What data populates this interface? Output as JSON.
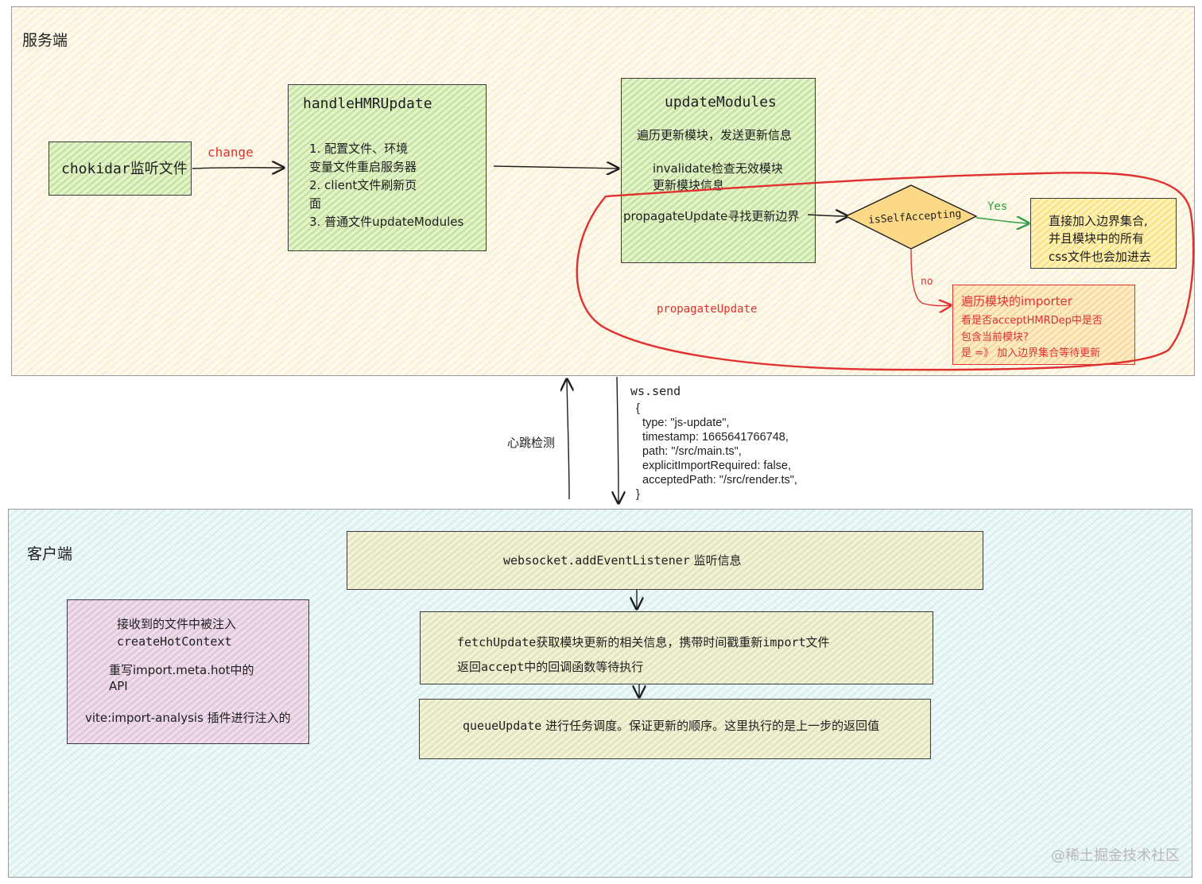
{
  "server": {
    "title": "服务端",
    "chokidar": "chokidar监听文件",
    "change_label": "change",
    "handle": {
      "title": "handleHMRUpdate",
      "lines": [
        "1. 配置文件、环境",
        "变量文件重启服务器",
        "2. client文件刷新页",
        "面",
        "3. 普通文件updateModules"
      ]
    },
    "update": {
      "title": "updateModules",
      "line1": "遍历更新模块，发送更新信息",
      "line2": "invalidate检查无效模块",
      "line3": "更新模块信息",
      "line4": "propagateUpdate寻找更新边界"
    },
    "decision": "isSelfAccepting",
    "yes_label": "Yes",
    "no_label": "no",
    "yes_box": [
      "直接加入边界集合,",
      "并且模块中的所有",
      "css文件也会加进去"
    ],
    "no_box": [
      "遍历模块的importer",
      "看是否acceptHMRDep中是否",
      "包含当前模块?",
      "是 =》 加入边界集合等待更新"
    ],
    "loop_label": "propagateUpdate"
  },
  "middle": {
    "heartbeat": "心跳检测",
    "ws_send": "ws.send",
    "payload": [
      "{",
      "  type: \"js-update\",",
      "  timestamp: 1665641766748,",
      "  path: \"/src/main.ts\",",
      "  explicitImportRequired: false,",
      "  acceptedPath: \"/src/render.ts\",",
      "}"
    ]
  },
  "client": {
    "title": "客户端",
    "ws_box": {
      "code": "websocket.addEventListener",
      "text": " 监听信息"
    },
    "fetch_box": {
      "line1_code": "fetchUpdate",
      "line1_text": "获取模块更新的相关信息，携带时间戳重新",
      "line1_code2": "import",
      "line1_text2": "文件",
      "line2_text": "返回",
      "line2_code": "accept",
      "line2_text2": "中的回调函数等待执行"
    },
    "queue_box": {
      "code": "queueUpdate",
      "text": " 进行任务调度。保证更新的顺序。这里执行的是上一步的返回值"
    },
    "inject_box": {
      "line1": "接收到的文件中被注入",
      "line2": "createHotContext",
      "line3": "重写import.meta.hot中的",
      "line4": "API",
      "line5": "vite:import-analysis 插件进行注入的"
    }
  },
  "watermark": "@稀土掘金技术社区",
  "colors": {
    "red": "#e03131",
    "green": "#2f9e44",
    "stroke": "#1e1e1e"
  }
}
